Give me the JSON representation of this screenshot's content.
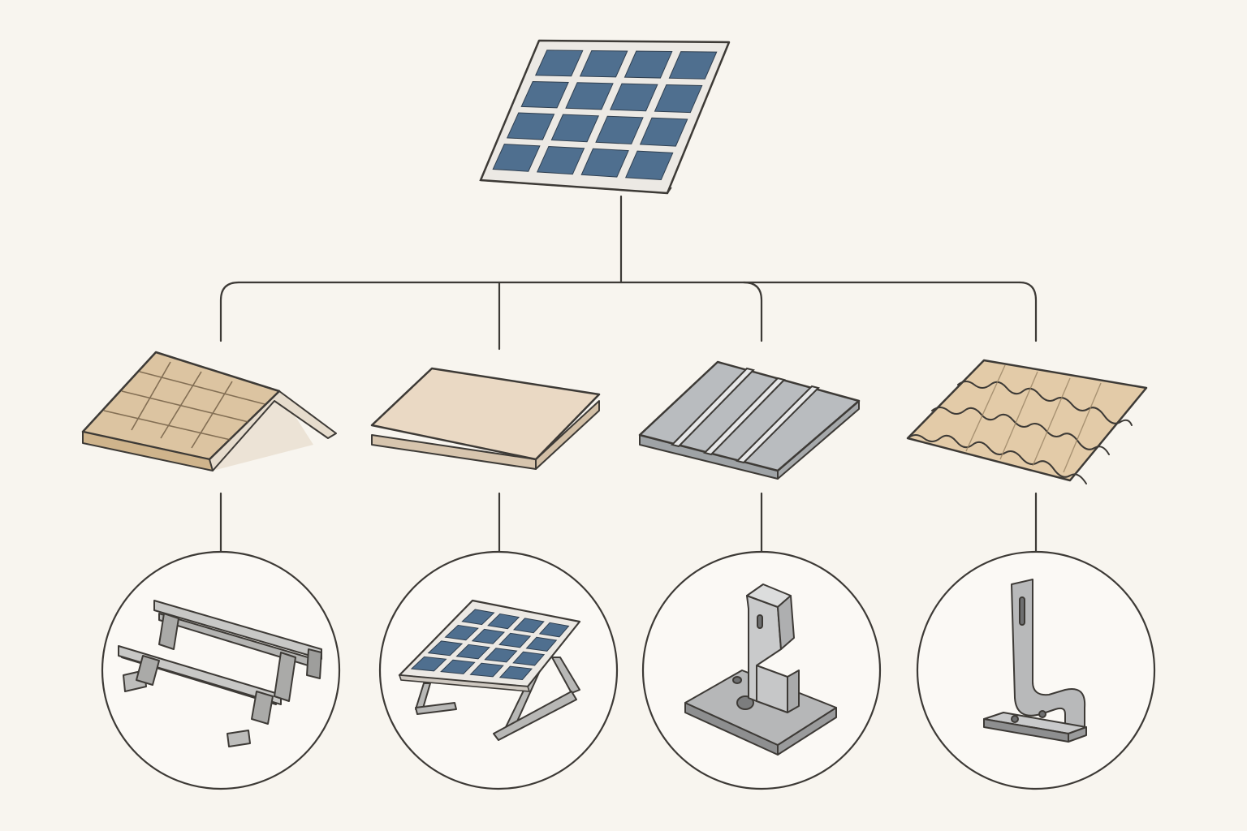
{
  "diagram": {
    "root": {
      "name": "solar-panel",
      "icon": "solar-panel-icon"
    },
    "branches": [
      {
        "roof": "pitched-shingle-roof",
        "roof_icon": "pitched-roof-icon",
        "mount": "rail-mount-system",
        "mount_icon": "rail-mount-icon"
      },
      {
        "roof": "flat-roof",
        "roof_icon": "flat-roof-icon",
        "mount": "tilted-ballast-mount",
        "mount_icon": "tilt-mount-icon"
      },
      {
        "roof": "standing-seam-metal-roof",
        "roof_icon": "metal-roof-icon",
        "mount": "seam-clamp-bracket",
        "mount_icon": "seam-clamp-icon"
      },
      {
        "roof": "clay-tile-roof",
        "roof_icon": "tile-roof-icon",
        "mount": "tile-roof-hook",
        "mount_icon": "tile-hook-icon"
      }
    ]
  },
  "colors": {
    "background": "#f8f5ef",
    "line": "#3d3a36",
    "panel_cell": "#4f6f8f",
    "panel_frame": "#e9e6e1",
    "shingle": "#dcc4a1",
    "flat_roof": "#ead9c4",
    "metal": "#b9bcbf",
    "tile": "#e3cba8",
    "bracket": "#a9a9a7"
  }
}
